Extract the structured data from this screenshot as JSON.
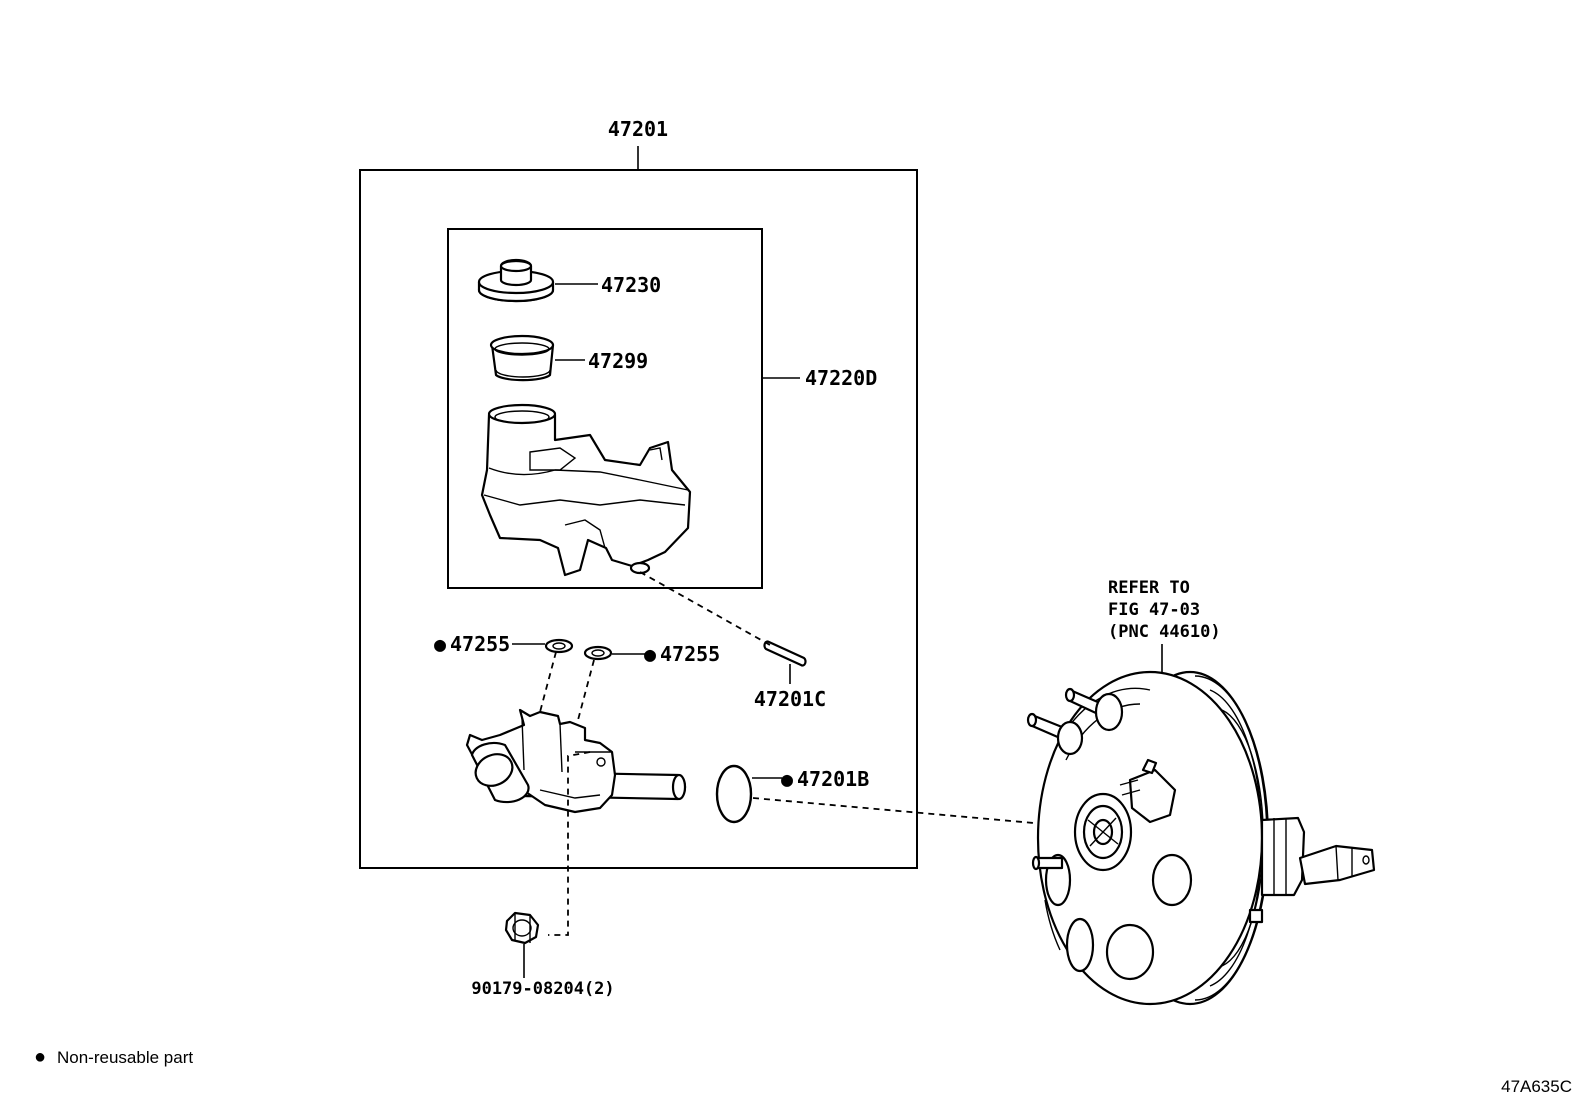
{
  "labels": {
    "assembly": "47201",
    "cap": "47230",
    "strainer": "47299",
    "reservoir_sub": "47220D",
    "grommet_left": "47255",
    "grommet_right": "47255",
    "pin": "47201C",
    "oring": "47201B",
    "nut": "90179-08204(2)",
    "refer_line1": "REFER TO",
    "refer_line2": "FIG 47-03",
    "refer_line3": "(PNC 44610)"
  },
  "legend": {
    "bullet": "●",
    "text": "Non-reusable part"
  },
  "figure_code": "47A635C"
}
